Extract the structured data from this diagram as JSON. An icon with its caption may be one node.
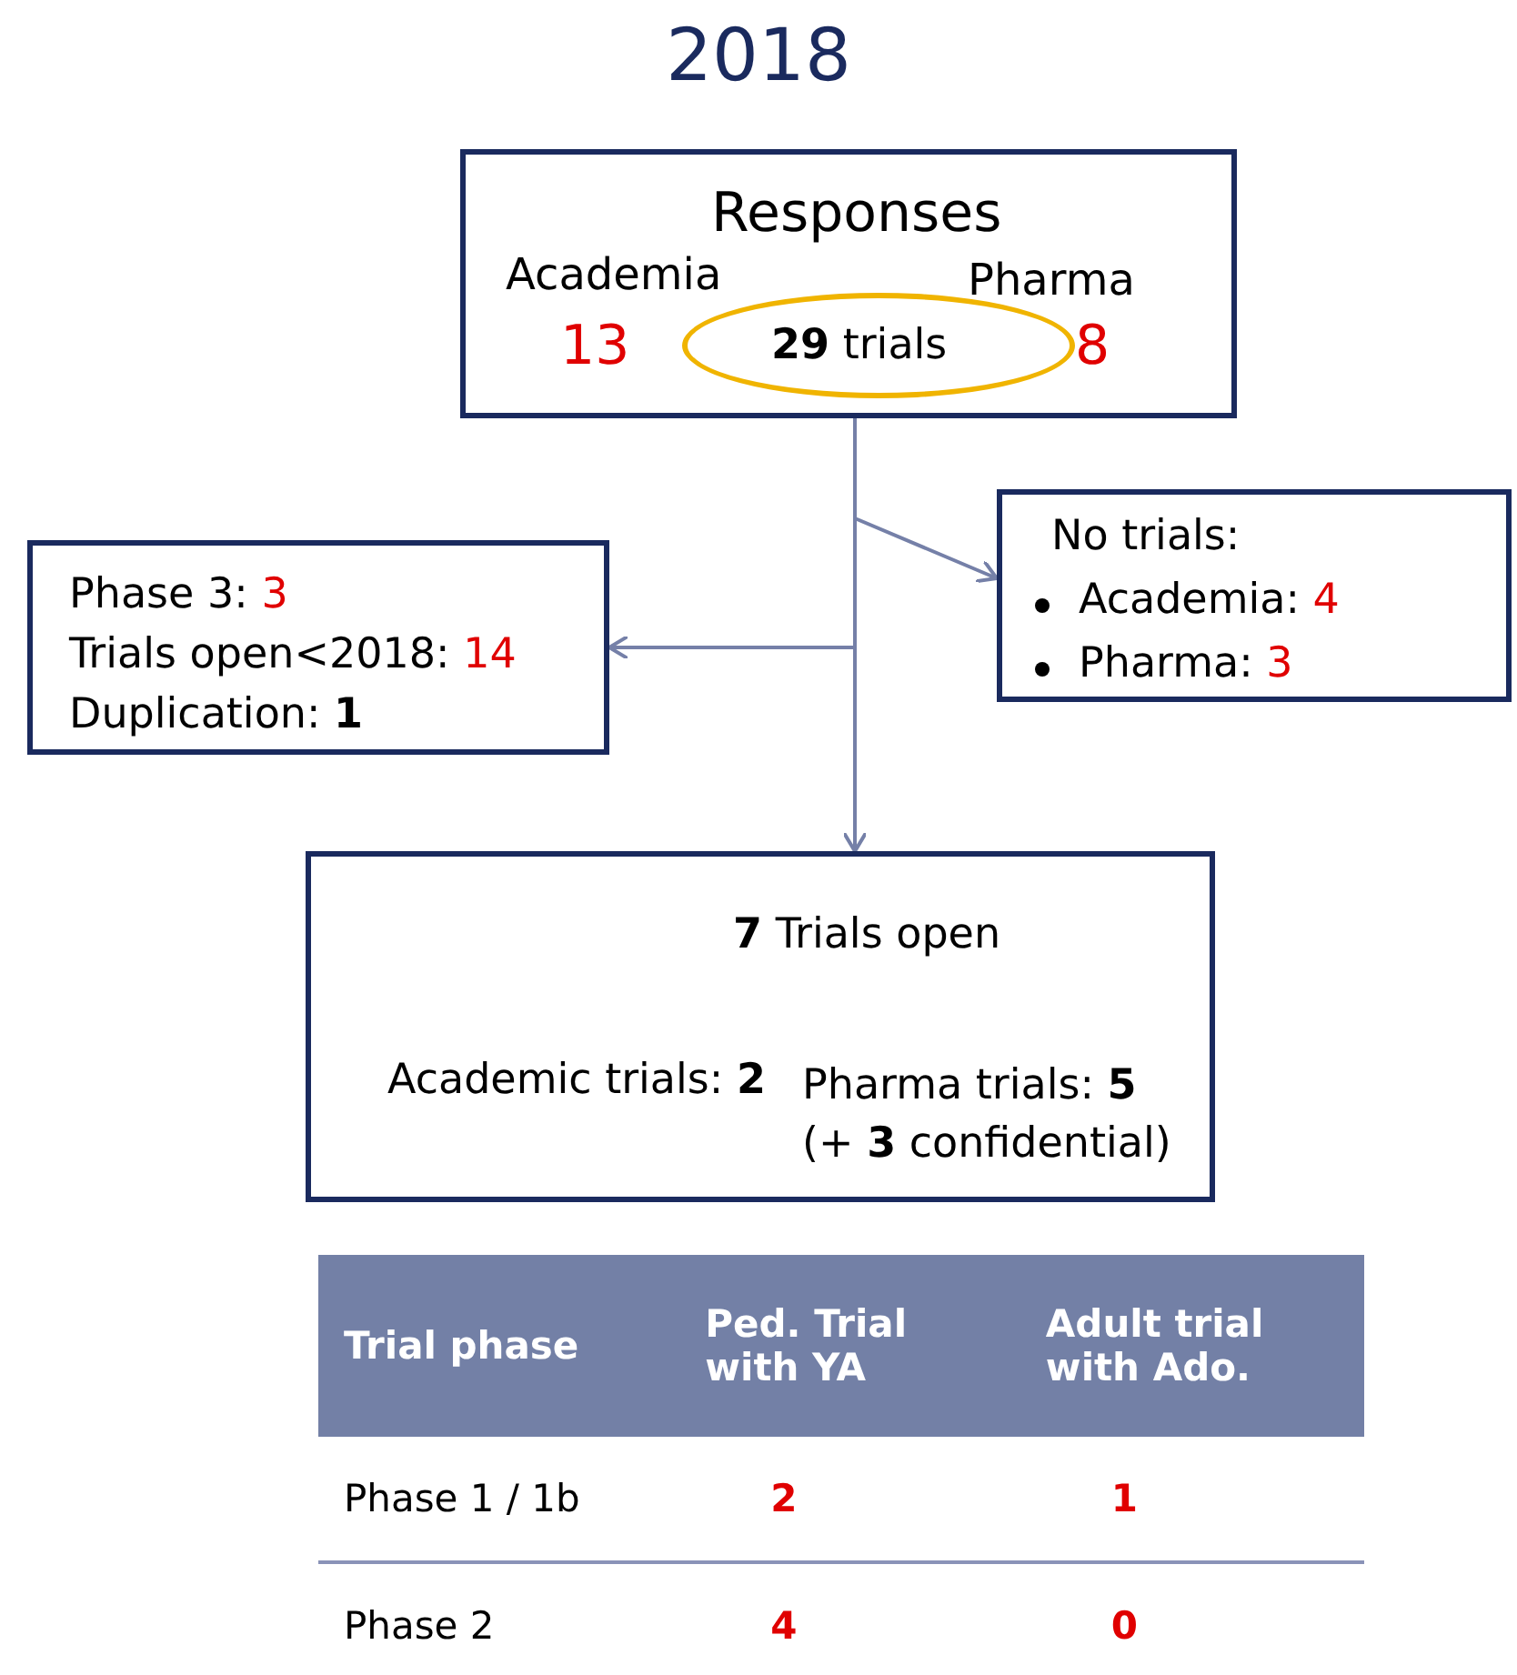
{
  "diagram": {
    "title": "2018",
    "nodes": [
      {
        "text": [
          "Responses",
          "Academia",
          "Pharma",
          "13",
          "8"
        ]
      },
      {
        "text": [
          "**29** trials"
        ],
        "in": 0
      },
      {
        "text": [
          "Phase 3: 3",
          "Trials open<2018: 14",
          "Duplication: **1**"
        ]
      },
      {
        "text": [
          "No trials:",
          "Academia: 4",
          "Pharma: 3"
        ]
      },
      {
        "text": [
          "**7** Trials open",
          "Academic trials: **2**",
          "Pharma trials: **5** (+ **3** confidential)"
        ]
      }
    ],
    "edges": [
      {
        "from": 0,
        "to": 3,
        "arrow": "to"
      },
      {
        "from": 0,
        "to": 2,
        "arrow": "to"
      },
      {
        "from": 0,
        "to": 4,
        "arrow": "to"
      }
    ],
    "labels": [
      "Trial phase",
      "Ped. Trial with YA",
      "Adult trial with Ado.",
      "Phase 1 / 1b",
      "2",
      "1",
      "Phase 2",
      "4",
      "0"
    ]
  }
}
